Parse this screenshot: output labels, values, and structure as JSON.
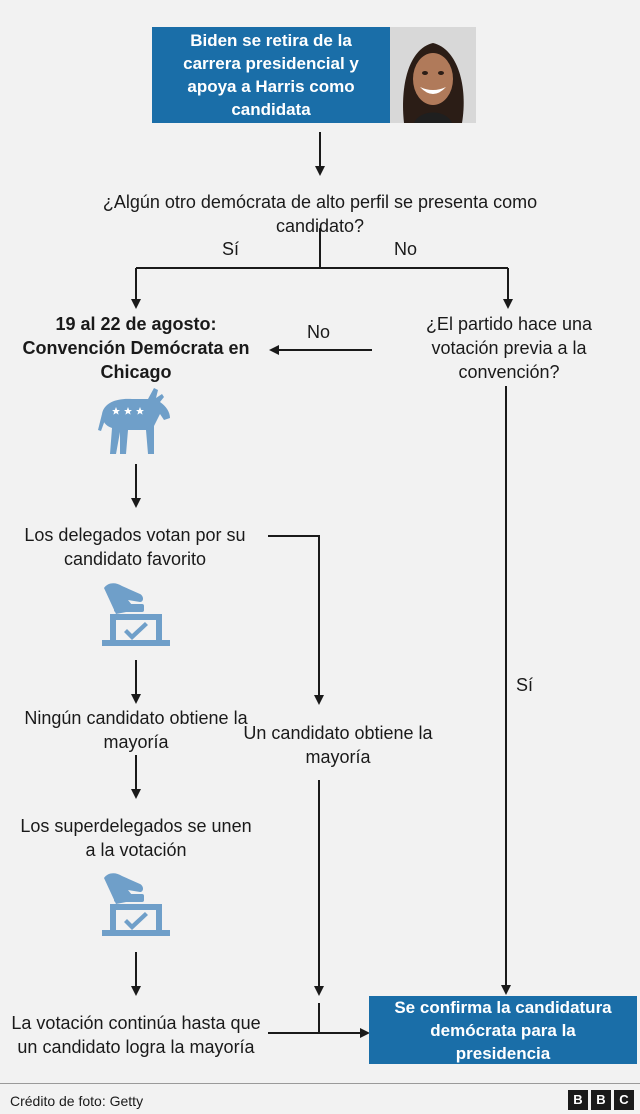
{
  "top": {
    "text": "Biden se retira de la carrera presidencial y apoya a Harris como candidata",
    "photo": "kamala-harris-photo"
  },
  "q1": {
    "text": "¿Algún otro demócrata de alto perfil se presenta como candidato?",
    "yes": "Sí",
    "no": "No"
  },
  "convention": {
    "line1": "19 al 22 de agosto:",
    "line2": "Convención Demócrata en Chicago",
    "icon": "donkey-icon"
  },
  "q2": {
    "text": "¿El partido hace una votación previa a la convención?",
    "no": "No",
    "yes": "Sí"
  },
  "delegates": {
    "text": "Los delegados votan por su candidato favorito",
    "icon": "ballot-box-icon"
  },
  "no_majority": {
    "text": "Ningún candidato obtiene la mayoría"
  },
  "one_majority": {
    "text": "Un candidato obtiene la mayoría"
  },
  "superdelegates": {
    "text": "Los superdelegados se unen a la votación",
    "icon": "ballot-box-icon"
  },
  "continue_vote": {
    "text": "La votación continúa hasta que un candidato logra la mayoría"
  },
  "result": {
    "text": "Se confirma la candidatura demócrata para la presidencia"
  },
  "footer": {
    "credit": "Crédito de foto: Getty",
    "logo": [
      "B",
      "B",
      "C"
    ]
  },
  "colors": {
    "accent": "#1a6ea8",
    "icon": "#6f9fc9",
    "line": "#1a1a1a"
  }
}
